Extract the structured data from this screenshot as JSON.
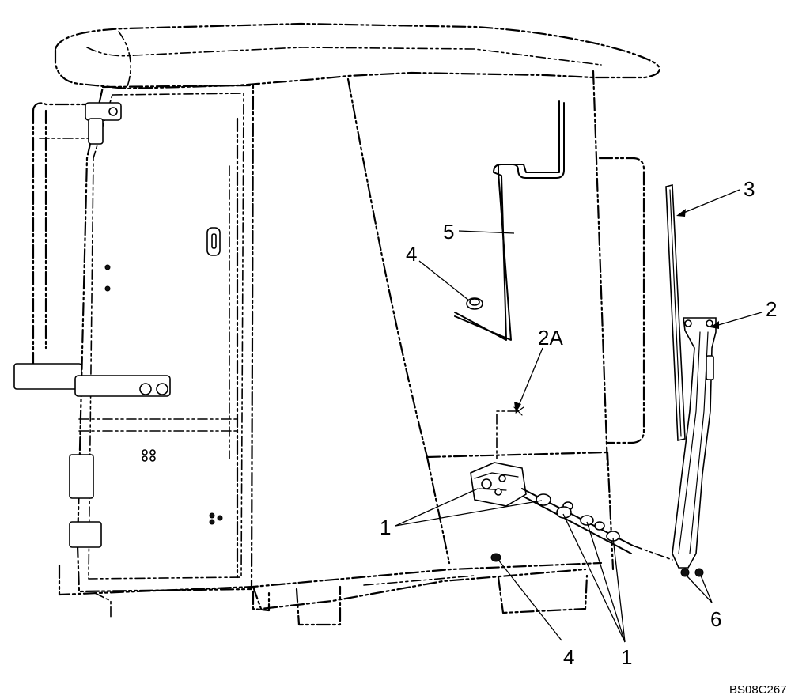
{
  "callouts": {
    "c1a": "1",
    "c1b": "1",
    "c2": "2",
    "c2a": "2A",
    "c3": "3",
    "c4a": "4",
    "c4b": "4",
    "c5": "5",
    "c6": "6"
  },
  "figure_code": "BS08C267"
}
